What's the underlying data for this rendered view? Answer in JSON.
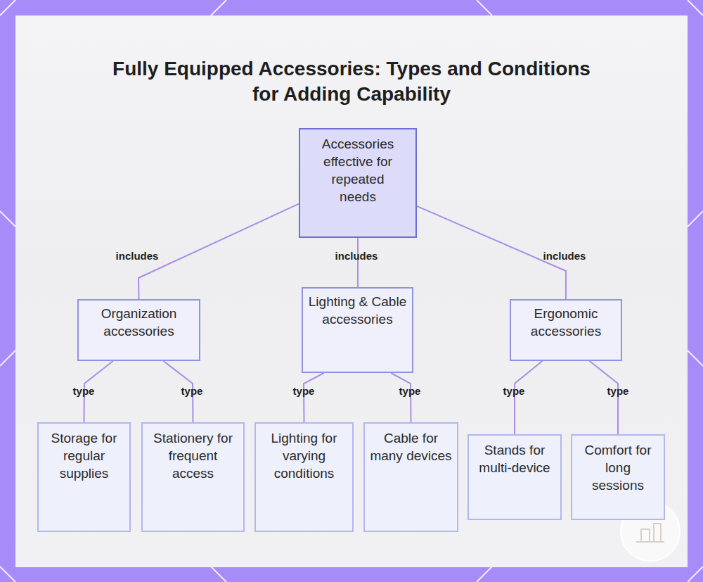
{
  "diagram": {
    "title": "Fully Equipped Accessories: Types and Conditions for Adding Capability",
    "nodes": [
      {
        "text": [
          "Accessories effective for repeated needs"
        ]
      },
      {
        "text": [
          "Organization accessories"
        ]
      },
      {
        "text": [
          "Lighting & Cable accessories"
        ]
      },
      {
        "text": [
          "Ergonomic accessories"
        ]
      },
      {
        "text": [
          "Storage for regular supplies"
        ]
      },
      {
        "text": [
          "Stationery for frequent access"
        ]
      },
      {
        "text": [
          "Lighting for varying conditions"
        ]
      },
      {
        "text": [
          "Cable for many devices"
        ]
      },
      {
        "text": [
          "Stands for multi-device"
        ]
      },
      {
        "text": [
          "Comfort for long sessions"
        ]
      }
    ],
    "edges": [
      {
        "from": 0,
        "to": 1,
        "label": "includes",
        "arrow": "none"
      },
      {
        "from": 0,
        "to": 2,
        "label": "includes",
        "arrow": "none"
      },
      {
        "from": 0,
        "to": 3,
        "label": "includes",
        "arrow": "none"
      },
      {
        "from": 1,
        "to": 4,
        "label": "type",
        "arrow": "none"
      },
      {
        "from": 1,
        "to": 5,
        "label": "type",
        "arrow": "none"
      },
      {
        "from": 2,
        "to": 6,
        "label": "type",
        "arrow": "none"
      },
      {
        "from": 2,
        "to": 7,
        "label": "type",
        "arrow": "none"
      },
      {
        "from": 3,
        "to": 8,
        "label": "type",
        "arrow": "none"
      },
      {
        "from": 3,
        "to": 9,
        "label": "type",
        "arrow": "none"
      }
    ]
  }
}
